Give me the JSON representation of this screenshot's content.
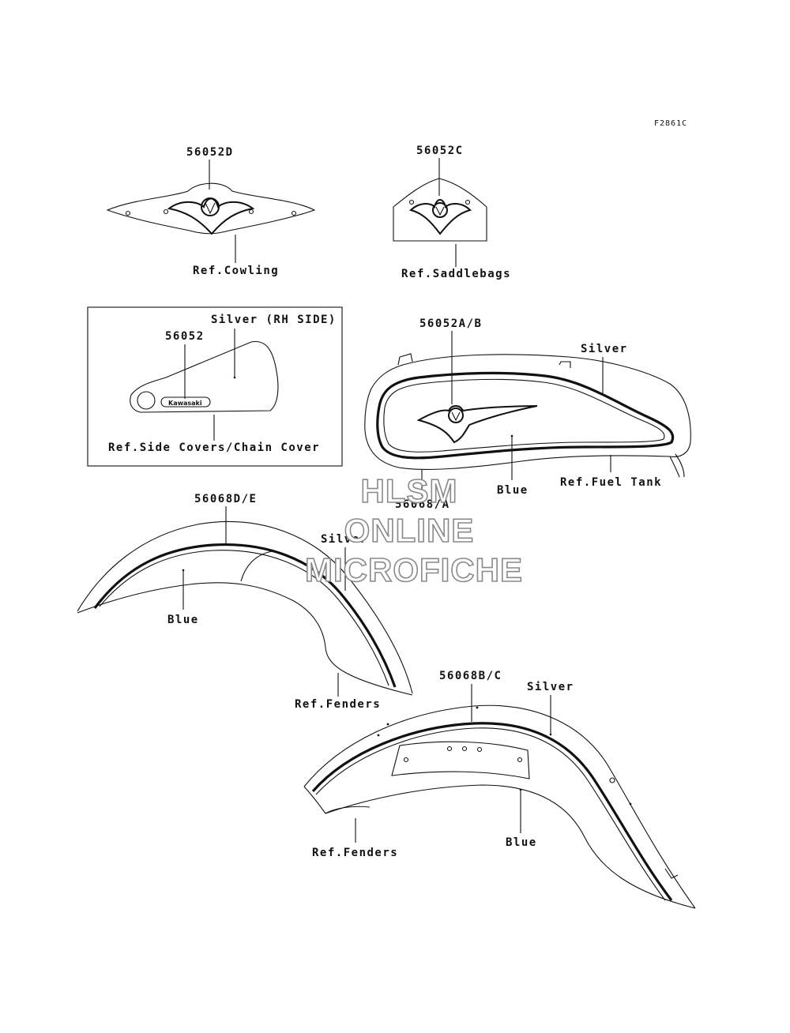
{
  "figure_code": "F2861C",
  "parts": {
    "cowling": {
      "part_number": "56052D",
      "ref": "Ref.Cowling"
    },
    "saddlebags": {
      "part_number": "56052C",
      "ref": "Ref.Saddlebags"
    },
    "side_cover": {
      "part_number": "56052",
      "color_label": "Silver (RH SIDE)",
      "ref": "Ref.Side Covers/Chain Cover",
      "logo_text": "Kawasaki"
    },
    "fuel_tank": {
      "part_number": "56052A/B",
      "secondary_part_number": "56068/A",
      "silver_label": "Silver",
      "blue_label": "Blue",
      "ref": "Ref.Fuel Tank"
    },
    "front_fender": {
      "part_number": "56068D/E",
      "silver_label": "Silver",
      "blue_label": "Blue",
      "ref": "Ref.Fenders"
    },
    "rear_fender": {
      "part_number": "56068B/C",
      "silver_label": "Silver",
      "blue_label": "Blue",
      "ref": "Ref.Fenders"
    }
  },
  "watermark": {
    "line1": "HLSM",
    "line2": "ONLINE",
    "line3": "MICROFICHE"
  }
}
